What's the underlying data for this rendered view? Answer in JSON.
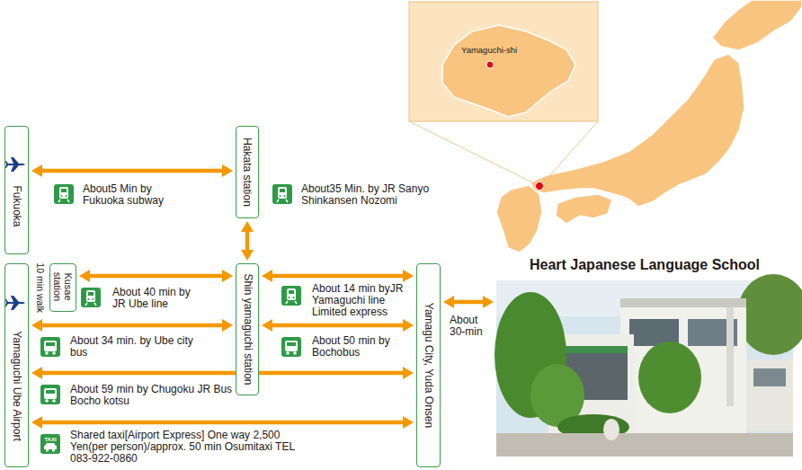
{
  "diagram": {
    "nodes": [
      {
        "text": [
          "Fukuoka"
        ]
      },
      {
        "text": [
          "Hakata station"
        ]
      },
      {
        "text": [
          "Yamaguchi Ube Airport"
        ]
      },
      {
        "text": [
          "Kusae station"
        ]
      },
      {
        "text": [
          "Shin yamaguchi station"
        ]
      },
      {
        "text": [
          "Yamagu City, Yuda Onsen"
        ]
      },
      {
        "text": [
          "Heart Japanese Language School"
        ]
      }
    ],
    "edges": [
      {
        "from": 0,
        "to": 1,
        "arrow": "both",
        "label": "About5 Min by Fukuoka subway"
      },
      {
        "from": 1,
        "to": 4,
        "arrow": "both",
        "label": "About35 Min. by JR Sanyo Shinkansen Nozomi"
      },
      {
        "from": 3,
        "to": 4,
        "arrow": "both",
        "label": "About 40 min by JR Ube line"
      },
      {
        "from": 4,
        "to": 5,
        "arrow": "both",
        "label": "About 14 min byJR Yamaguchi line Limited express"
      },
      {
        "from": 2,
        "to": 4,
        "arrow": "both",
        "label": "About 34 min. by Ube city bus"
      },
      {
        "from": 4,
        "to": 5,
        "arrow": "both",
        "label": "About 50 min by Bochobus"
      },
      {
        "from": 2,
        "to": 5,
        "arrow": "both",
        "label": "About 59 min by Chugoku JR Bus Bocho kotsu"
      },
      {
        "from": 2,
        "to": 5,
        "arrow": "both",
        "label": "Shared taxi[Airport Express] One way 2,500 Yen(per person)/approx. 50 min Osumitaxi TEL 083-922-0860"
      },
      {
        "from": 5,
        "to": 6,
        "arrow": "both",
        "label": "About 30-min"
      }
    ],
    "labels": [
      "Yamaguchi-shi",
      "10 min walk",
      "TAXI"
    ]
  }
}
